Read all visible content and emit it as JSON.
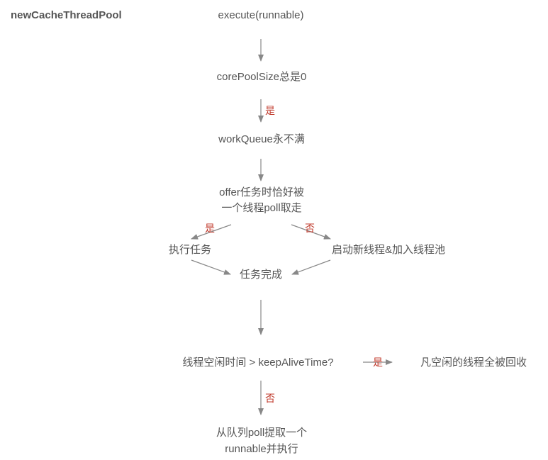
{
  "title": "newCacheThreadPool",
  "nodes": {
    "execute": "execute(runnable)",
    "core_pool_size": "corePoolSize总是0",
    "work_queue": "workQueue永不满",
    "offer_line1": "offer任务时恰好被",
    "offer_line2": "一个线程poll取走",
    "exec_task": "执行任务",
    "start_thread": "启动新线程&加入线程池",
    "task_done": "任务完成",
    "idle_check": "线程空闲时间 > keepAliveTime?",
    "recycle": "凡空闲的线程全被回收",
    "poll_line1": "从队列poll提取一个",
    "poll_line2": "runnable并执行"
  },
  "edge_labels": {
    "yes_core": "是",
    "yes_offer": "是",
    "no_offer": "否",
    "yes_idle": "是",
    "no_idle": "否"
  },
  "colors": {
    "text": "#555555",
    "label": "#c0392b",
    "edge": "#888888"
  }
}
